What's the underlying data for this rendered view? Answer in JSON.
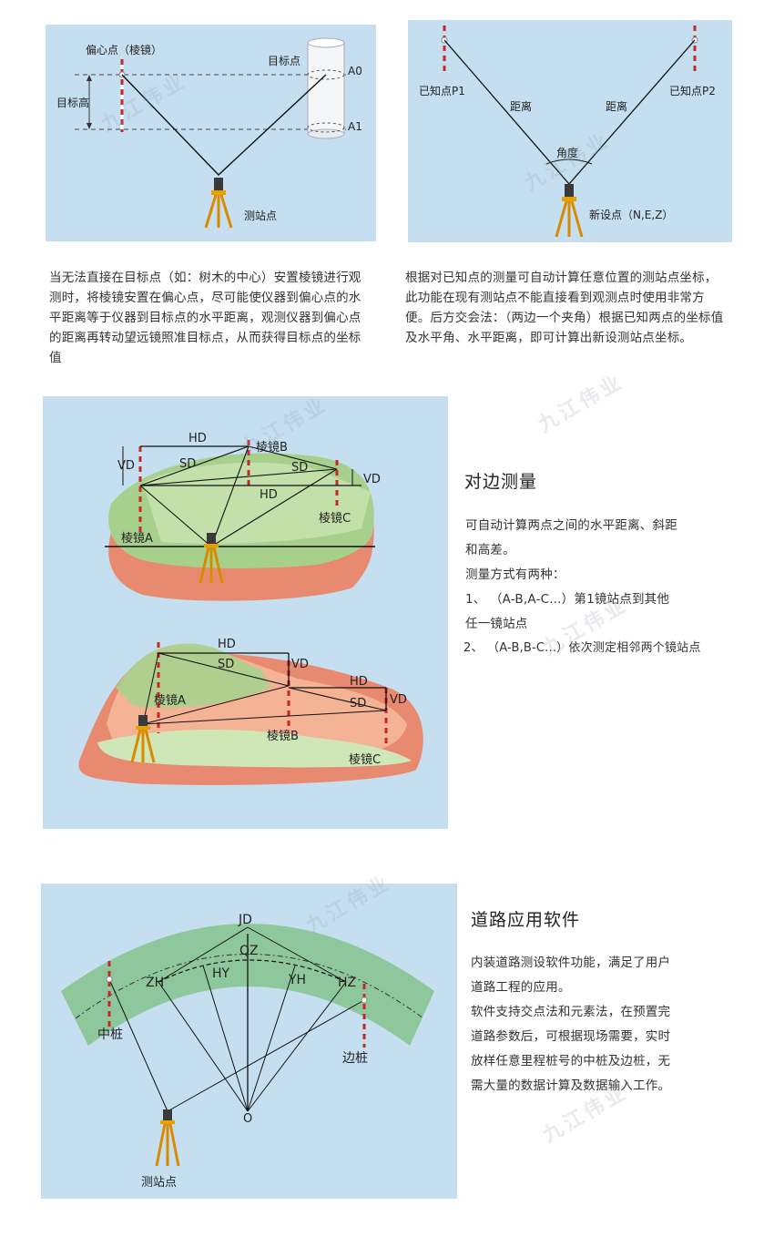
{
  "watermark": "九江伟业",
  "panel1": {
    "prism_label": "偏心点（棱镜）",
    "target_label": "目标点",
    "height_label": "目标高",
    "a0": "A0",
    "a1": "A1",
    "station_label": "测站点",
    "description": "当无法直接在目标点（如：树木的中心）安置棱镜进行观测时，将棱镜安置在偏心点，尽可能使仪器到偏心点的水平距离等于仪器到目标点的水平距离，观测仪器到偏心点的距离再转动望远镜照准目标点，从而获得目标点的坐标值"
  },
  "panel2": {
    "p1_label": "已知点P1",
    "p2_label": "已知点P2",
    "distance_left": "距离",
    "distance_right": "距离",
    "angle_label": "角度",
    "new_point_label": "新设点（N,E,Z）",
    "description": "根据对已知点的测量可自动计算任意位置的测站点坐标，此功能在现有测站点不能直接看到观测点时使用非常方便。后方交会法：（两边一个夹角）根据已知两点的坐标值及水平角、水平距离，即可计算出新设测站点坐标。"
  },
  "panel3": {
    "hd": "HD",
    "vd": "VD",
    "sd": "SD",
    "prism_a": "棱镜A",
    "prism_b": "棱镜B",
    "prism_c": "棱镜C",
    "heading": "对边测量",
    "line1": "可自动计算两点之间的水平距离、斜距",
    "line2": "和高差。",
    "line3": "测量方式有两种：",
    "line4": "1、 （A-B,A-C...）第1镜站点到其他",
    "line5": "任一镜站点",
    "line6": "2、 （A-B,B-C...）依次测定相邻两个镜站点"
  },
  "panel4": {
    "jd": "JD",
    "qz": "QZ",
    "zh": "ZH",
    "hy": "HY",
    "yh": "YH",
    "hz": "HZ",
    "o": "O",
    "center_stake": "中桩",
    "side_stake": "边桩",
    "station_label": "测站点",
    "heading": "道路应用软件",
    "line1": "内装道路测设软件功能，满足了用户",
    "line2": "道路工程的应用。",
    "line3": "软件支持交点法和元素法，在预置完",
    "line4": "道路参数后，可根据现场需要，实时",
    "line5": "放样任意里程桩号的中桩及边桩，无",
    "line6": "需大量的数据计算及数据输入工作。"
  }
}
